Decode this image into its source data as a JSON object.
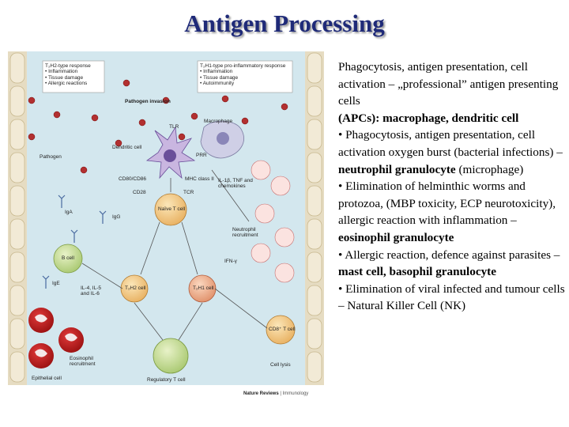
{
  "title": "Antigen Processing",
  "figure": {
    "legend_left": [
      "T₂H2-type response",
      "• Inflammation",
      "• Tissue damage",
      "• Allergic reactions"
    ],
    "legend_right": [
      "T₂H1-type pro-inflammatory response",
      "• Inflammation",
      "• Tissue damage",
      "• Autoimmunity"
    ],
    "labels": {
      "pathogen_invasion": "Pathogen invasion",
      "pathogen": "Pathogen",
      "dendritic_cell": "Dendritic cell",
      "macrophage": "Macrophage",
      "tlr": "TLR",
      "prr": "PRR",
      "cd80_cd86": "CD80/CD86",
      "mhc_class_ii": "MHC class II",
      "cd28": "CD28",
      "tcr": "TCR",
      "naive_t_cell": "Naïve T cell",
      "il1b_tnf": "IL-1β, TNF and chemokines",
      "neutrophil_recruitment": "Neutrophil recruitment",
      "iga": "IgA",
      "igg": "IgG",
      "b_cell": "B cell",
      "ige": "IgE",
      "ifn_gamma": "IFN-γ",
      "il4_il5_il6": "IL-4, IL-5 and IL-6",
      "th2_cell": "T₂H2 cell",
      "th1_cell": "T₂H1 cell",
      "cd8_t_cell": "CD8⁺ T cell",
      "eosinophil_recruitment": "Eosinophil recruitment",
      "epithelial_cell": "Epithelial cell",
      "regulatory_t_cell": "Regulatory T cell",
      "cell_lysis": "Cell lysis"
    },
    "credit_bold": "Nature Reviews",
    "credit_normal": " | Immunology"
  },
  "text": {
    "p1_plain": "Phagocytosis, antigen presentation, cell activation – „professional” antigen presenting cells",
    "p1_bold": "(APCs): macrophage, dendritic cell",
    "p2_plain": "• Phagocytosis, antigen presentation, cell activation oxygen burst  (bacterial infections) – ",
    "p2_bold": "neutrophil granulocyte",
    "p2_tail": " (microphage)",
    "p3_plain": "• Elimination of helminthic worms and protozoa, (MBP toxicity, ECP neurotoxicity), allergic reaction with inflammation – ",
    "p3_bold": "eosinophil granulocyte",
    "p4_plain": "• Allergic reaction, defence against parasites – ",
    "p4_bold": "mast cell, basophil granulocyte",
    "p5_plain": "• Elimination of viral infected and tumour cells – Natural Killer Cell (NK)"
  }
}
